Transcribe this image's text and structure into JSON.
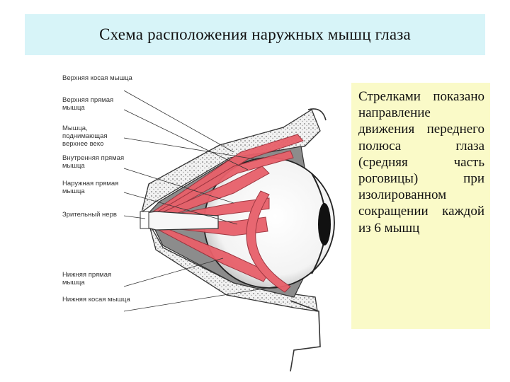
{
  "title": "Схема расположения наружных мышц глаза",
  "labels": [
    "Верхняя косая мышца",
    "Верхняя прямая мышца",
    "Мышца, поднимающая верхнее веко",
    "Внутренняя прямая мышца",
    "Наружная прямая мышца",
    "Зрительный нерв",
    "Нижняя прямая мышца",
    "Нижняя косая мышца"
  ],
  "note": "Стрелками показано направление движения переднего полюса глаза (средняя часть роговицы) при изолированном сокращении каждой из 6 мышц",
  "colors": {
    "title_bg": "#d7f4f8",
    "note_bg": "#fafac8",
    "muscle": "#e8606a",
    "orbit": "#8a8a8a"
  }
}
